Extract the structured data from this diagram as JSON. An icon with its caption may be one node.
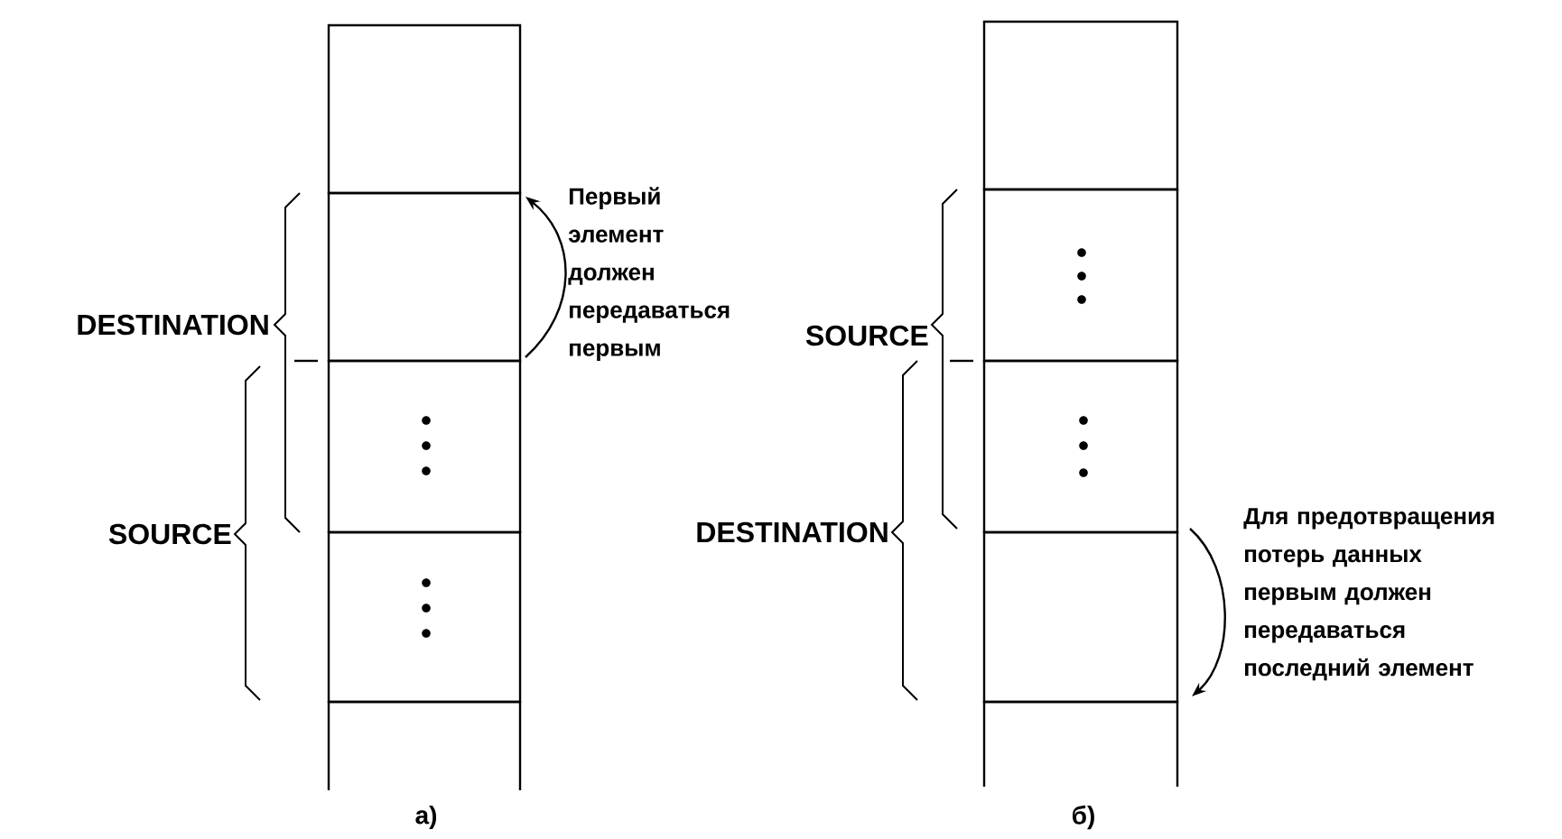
{
  "diagram": {
    "nodes": [
      {
        "text": [],
        "shape": "box"
      },
      {
        "text": [],
        "shape": "box"
      },
      {
        "text": [],
        "shape": "box"
      },
      {
        "text": [],
        "shape": "box"
      },
      {
        "text": [],
        "shape": "box"
      },
      {
        "text": [],
        "shape": "box"
      },
      {
        "text": [],
        "shape": "box"
      },
      {
        "text": [],
        "shape": "box"
      },
      {
        "text": [],
        "shape": "box"
      },
      {
        "text": [],
        "shape": "box"
      }
    ],
    "labels": [
      "DESTINATION",
      "SOURCE",
      "Первый элемент должен передаваться первым",
      "а)",
      "SOURCE",
      "DESTINATION",
      "Для предотвращения потерь данных первым должен передаваться последний элемент",
      "б)"
    ]
  }
}
